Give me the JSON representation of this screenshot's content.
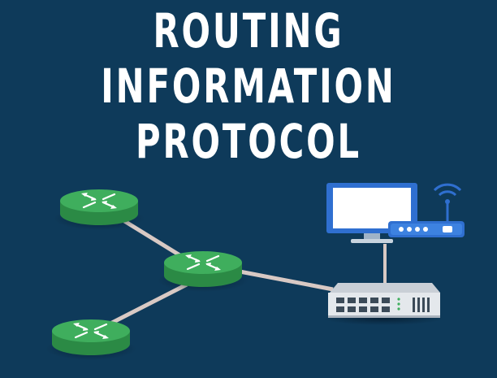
{
  "title": {
    "line1": "ROUTING",
    "line2": "INFORMATION",
    "line3": "PROTOCOL"
  },
  "colors": {
    "background": "#0e3a5a",
    "router_top": "#3fae5d",
    "router_side": "#2b8a45",
    "cable": "#d8c9c4",
    "monitor_frame": "#2f6fd0",
    "switch_body": "#e4e8ec"
  },
  "nodes": {
    "routers": [
      "router-top-left",
      "router-center",
      "router-bottom-left"
    ],
    "devices": [
      "monitor",
      "wifi-access-point",
      "network-switch"
    ]
  }
}
